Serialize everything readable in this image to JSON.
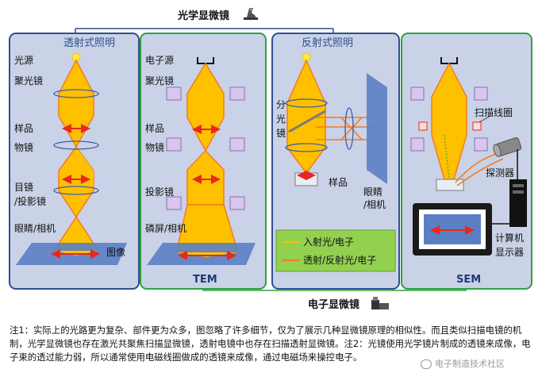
{
  "top_label": "光学显微镜",
  "bottom_label": "电子显微镜",
  "panels": {
    "transmission_title": "透射式照明",
    "tem_title": "TEM",
    "reflection_title": "反射式照明",
    "sem_title": "SEM"
  },
  "labels": {
    "p1_source": "光源",
    "p1_condenser": "聚光镜",
    "p1_sample": "样品",
    "p1_objective": "物镜",
    "p1_eyepiece": "目镜",
    "p1_projector": "/投影镜",
    "p1_eye": "眼睛/相机",
    "p1_image": "图像",
    "p2_source": "电子源",
    "p2_condenser": "聚光镜",
    "p2_sample": "样品",
    "p2_objective": "物镜",
    "p2_projector": "投影镜",
    "p2_screen": "磷屏/相机",
    "p3_splitter_1": "分",
    "p3_splitter_2": "光",
    "p3_splitter_3": "镜",
    "p3_sample": "样品",
    "p3_eye_1": "眼睛",
    "p3_eye_2": "/相机",
    "p4_scan_coil": "扫描线圈",
    "p4_detector": "探测器",
    "p4_computer": "计算机",
    "p4_monitor": "显示器"
  },
  "legend": {
    "incident": "入射光/电子",
    "transmitted": "透射/反射光/电子"
  },
  "colors": {
    "panel_bg": "#c9d2e6",
    "blue_border": "#2f4f8f",
    "green_border": "#2ea043",
    "beam_fill": "#ffc000",
    "beam_edge": "#f47b20",
    "arrow": "#e8281c",
    "legend_bg": "#92d050",
    "mirror": "#5b7fc4",
    "lens_ring": "#3d5fa8"
  },
  "note": "注1：实际上的光路更为复杂、部件更为众多，图忽略了许多细节，仅为了展示几种显微镜原理的相似性。而且类似扫描电镜的机制，光学显微镜也存在激光共聚焦扫描显微镜，透射电镜中也存在扫描透射显微镜。注2：光镜使用光学镜片制成的透镜来成像，电子束的透过能力弱，所以通常使用电磁线圈做成的透镜来成像，通过电磁场来操控电子。",
  "watermark": "电子制造技术社区"
}
